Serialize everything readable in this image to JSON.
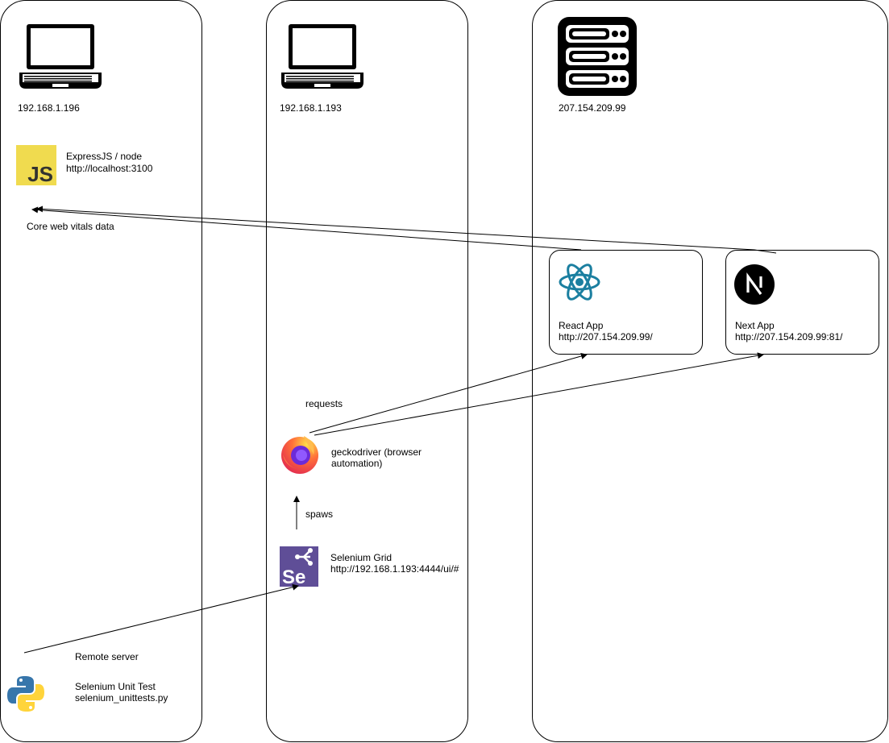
{
  "hosts": {
    "client": {
      "ip": "192.168.1.196"
    },
    "grid": {
      "ip": "192.168.1.193"
    },
    "server": {
      "ip": "207.154.209.99"
    }
  },
  "express": {
    "title": "ExpressJS / node",
    "url": "http://localhost:3100"
  },
  "vitals_label": "Core web vitals data",
  "react": {
    "title": "React App",
    "url": "http://207.154.209.99/"
  },
  "next": {
    "title": "Next App",
    "url": "http://207.154.209.99:81/"
  },
  "requests_label": "requests",
  "gecko": {
    "line1": "geckodriver (browser",
    "line2": "automation)"
  },
  "spaws_label": "spaws",
  "selenium_grid": {
    "title": "Selenium Grid",
    "url": "http://192.168.1.193:4444/ui/#"
  },
  "remote_label": "Remote server",
  "unit_test": {
    "title": "Selenium Unit Test",
    "file": "selenium_unittests.py"
  },
  "icons": {
    "laptop": "laptop-icon",
    "server": "server-icon",
    "js": "javascript-icon",
    "react": "react-icon",
    "next": "nextjs-icon",
    "firefox": "firefox-icon",
    "selenium": "selenium-icon",
    "python": "python-icon"
  },
  "colors": {
    "js": "#F0DB4F",
    "react": "#1B7FA0",
    "selenium": "#5F4E97",
    "firefox_orange": "#FF7139",
    "firefox_purple": "#6C2BD9"
  },
  "texts": {
    "js_glyph": "JS",
    "se_glyph": "Se"
  }
}
